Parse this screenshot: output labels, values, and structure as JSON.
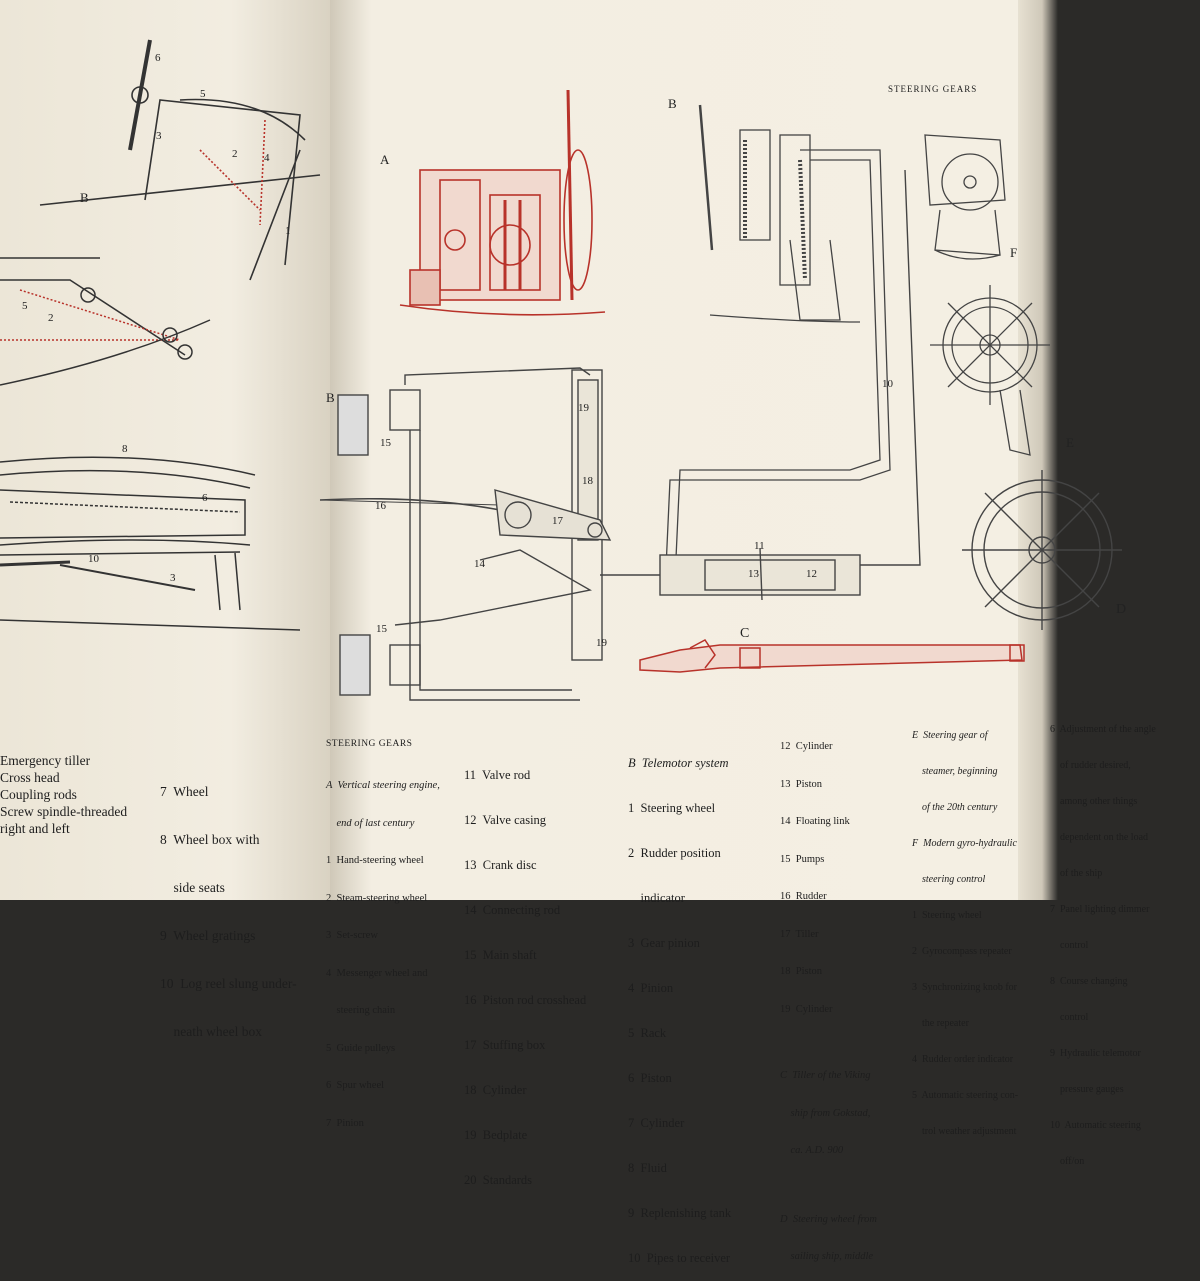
{
  "running_head": "STEERING GEARS",
  "figure_letters": {
    "A": "A",
    "B_left": "B",
    "B_right": "B",
    "B_mid": "B",
    "C": "C",
    "D": "D",
    "E": "E",
    "F": "F"
  },
  "left_page": {
    "col1": [
      "Emergency tiller",
      "Cross head",
      "Coupling rods",
      "Screw spindle-threaded",
      "right and left"
    ],
    "col2": [
      "7  Wheel",
      "8  Wheel box with",
      "    side seats",
      "9  Wheel gratings",
      "10  Log reel slung under-",
      "    neath wheel box"
    ]
  },
  "captions": {
    "section_title": "STEERING GEARS",
    "A_heading": [
      "A  Vertical steering engine,",
      "    end of last century"
    ],
    "A_items": [
      "1  Hand-steering wheel",
      "2  Steam-steering wheel",
      "3  Set-screw",
      "4  Messenger wheel and",
      "    steering chain",
      "5  Guide pulleys",
      "6  Spur wheel",
      "7  Pinion"
    ],
    "A_items2": [
      "11  Valve rod",
      "12  Valve casing",
      "13  Crank disc",
      "14  Connecting rod",
      "15  Main shaft",
      "16  Piston rod crosshead",
      "17  Stuffing box",
      "18  Cylinder",
      "19  Bedplate",
      "20  Standards"
    ],
    "B_heading": "B  Telemotor system",
    "B_items": [
      "1  Steering wheel",
      "2  Rudder position",
      "    indicator",
      "3  Gear pinion",
      "4  Pinion",
      "5  Rack",
      "6  Piston",
      "7  Cylinder",
      "8  Fluid",
      "9  Replenishing tank",
      "10  Pipes to receiver"
    ],
    "B_items2": [
      "12  Cylinder",
      "13  Piston",
      "14  Floating link",
      "15  Pumps",
      "16  Rudder",
      "17  Tiller",
      "18  Piston",
      "19  Cylinder"
    ],
    "C_heading": [
      "C  Tiller of the Viking",
      "    ship from Gokstad,",
      "    ca. A.D. 900"
    ],
    "D_heading": [
      "D  Steering wheel from",
      "    sailing ship, middle"
    ],
    "E_heading": [
      "E  Steering gear of",
      "    steamer, beginning",
      "    of the 20th century"
    ],
    "F_heading": [
      "F  Modern gyro-hydraulic",
      "    steering control"
    ],
    "F_items": [
      "1  Steering wheel",
      "2  Gyrocompass repeater",
      "3  Synchronizing knob for",
      "    the repeater",
      "4  Rudder order indicator",
      "5  Automatic steering con-",
      "    trol weather adjustment"
    ],
    "F_items2": [
      "6  Adjustment of the angle",
      "    of rudder desired,",
      "    among other things",
      "    dependent on the load",
      "    of the ship",
      "7  Panel lighting dimmer",
      "    control",
      "8  Course changing",
      "    control",
      "9  Hydraulic telemotor",
      "    pressure gauges",
      "10  Automatic steering",
      "    off/on"
    ]
  },
  "diagram_numbers": {
    "n1": "1",
    "n2": "2",
    "n3": "3",
    "n4": "4",
    "n5": "5",
    "n6": "6",
    "n8": "8",
    "n10": "10",
    "t10": "10",
    "t11": "11",
    "t12": "12",
    "t13": "13",
    "t14": "14",
    "t15a": "15",
    "t15b": "15",
    "t16": "16",
    "t17": "17",
    "t18": "18",
    "t19a": "19",
    "t19b": "19"
  },
  "colors": {
    "paper": "#f2ede1",
    "ink": "#3a3a3a",
    "red": "#b8322a",
    "background": "#2b2a28"
  }
}
